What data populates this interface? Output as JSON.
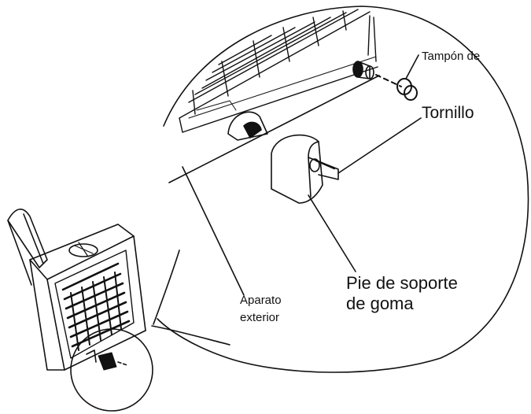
{
  "labels": {
    "tampon": "Tampón de",
    "tornillo": "Tornillo",
    "pie_line1": "Pie de soporte",
    "pie_line2": "de goma",
    "aparato_line1": "Aparato",
    "aparato_line2": "exterior"
  },
  "colors": {
    "ink": "#111111",
    "background": "#ffffff"
  }
}
